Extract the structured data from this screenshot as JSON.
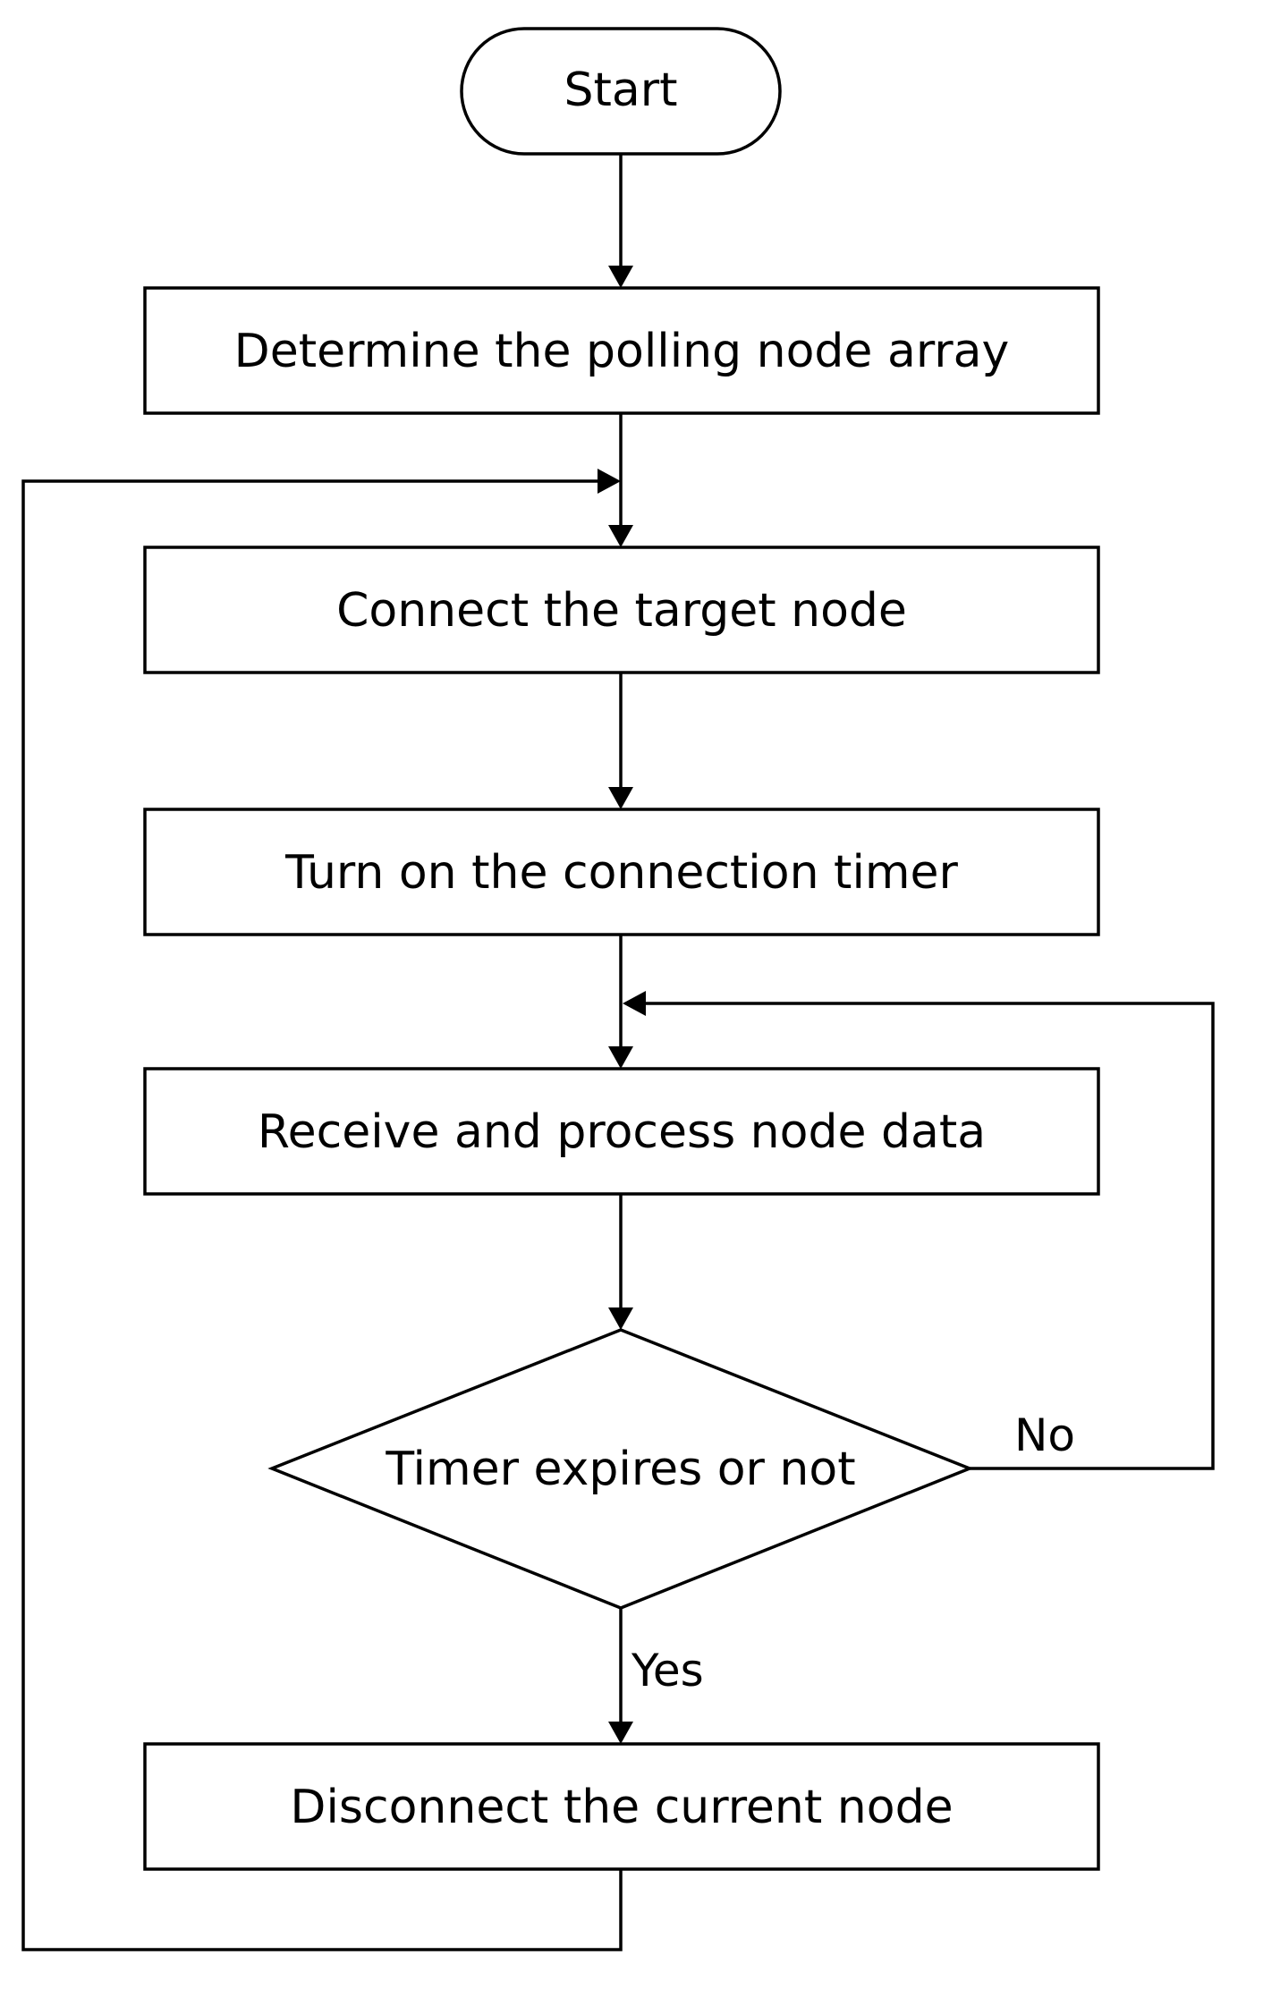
{
  "diagram": {
    "nodes": {
      "start": "Start",
      "determine": "Determine the polling node array",
      "connect": "Connect the target node",
      "timer_on": "Turn on the connection timer",
      "receive": "Receive and process node data",
      "decision": "Timer expires or not",
      "disconnect": "Disconnect the current node"
    },
    "edge_labels": {
      "no": "No",
      "yes": "Yes"
    },
    "colors": {
      "stroke": "#000000",
      "background": "#ffffff"
    }
  }
}
